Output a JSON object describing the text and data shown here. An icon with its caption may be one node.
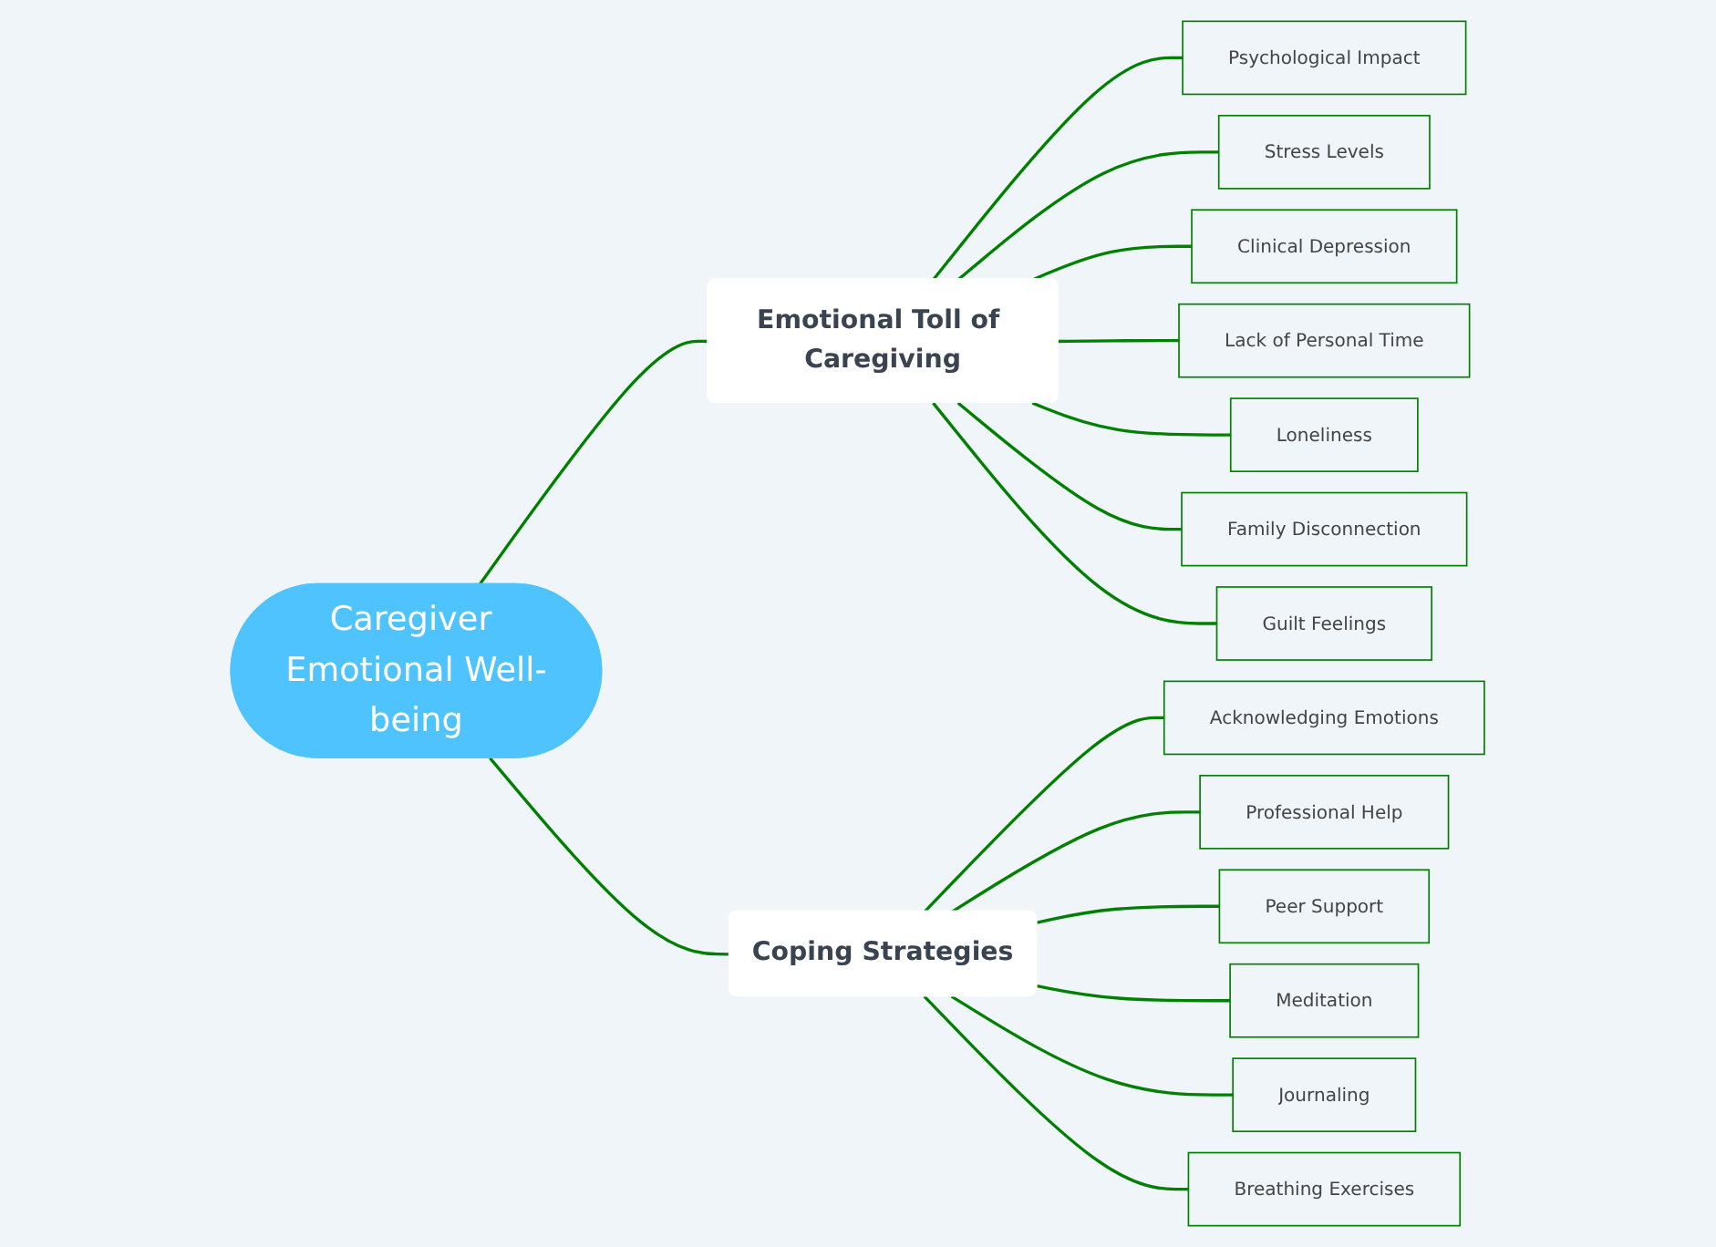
{
  "diagram": {
    "nodes": [
      {
        "text": [
          "Caregiver Emotional Well-being"
        ]
      },
      {
        "text": [
          "Emotional Toll of Caregiving"
        ]
      },
      {
        "text": [
          "Psychological Impact"
        ]
      },
      {
        "text": [
          "Stress Levels"
        ]
      },
      {
        "text": [
          "Clinical Depression"
        ]
      },
      {
        "text": [
          "Lack of Personal Time"
        ]
      },
      {
        "text": [
          "Loneliness"
        ]
      },
      {
        "text": [
          "Family Disconnection"
        ]
      },
      {
        "text": [
          "Guilt Feelings"
        ]
      },
      {
        "text": [
          "Coping Strategies"
        ]
      },
      {
        "text": [
          "Acknowledging Emotions"
        ]
      },
      {
        "text": [
          "Professional Help"
        ]
      },
      {
        "text": [
          "Peer Support"
        ]
      },
      {
        "text": [
          "Meditation"
        ]
      },
      {
        "text": [
          "Journaling"
        ]
      },
      {
        "text": [
          "Breathing Exercises"
        ]
      }
    ],
    "edges": [
      {
        "from": 0,
        "to": 1,
        "arrow": "none"
      },
      {
        "from": 1,
        "to": 2,
        "arrow": "none"
      },
      {
        "from": 1,
        "to": 3,
        "arrow": "none"
      },
      {
        "from": 1,
        "to": 4,
        "arrow": "none"
      },
      {
        "from": 1,
        "to": 5,
        "arrow": "none"
      },
      {
        "from": 1,
        "to": 6,
        "arrow": "none"
      },
      {
        "from": 1,
        "to": 7,
        "arrow": "none"
      },
      {
        "from": 1,
        "to": 8,
        "arrow": "none"
      },
      {
        "from": 0,
        "to": 9,
        "arrow": "none"
      },
      {
        "from": 9,
        "to": 10,
        "arrow": "none"
      },
      {
        "from": 9,
        "to": 11,
        "arrow": "none"
      },
      {
        "from": 9,
        "to": 12,
        "arrow": "none"
      },
      {
        "from": 9,
        "to": 13,
        "arrow": "none"
      },
      {
        "from": 9,
        "to": 14,
        "arrow": "none"
      },
      {
        "from": 9,
        "to": 15,
        "arrow": "none"
      }
    ]
  }
}
